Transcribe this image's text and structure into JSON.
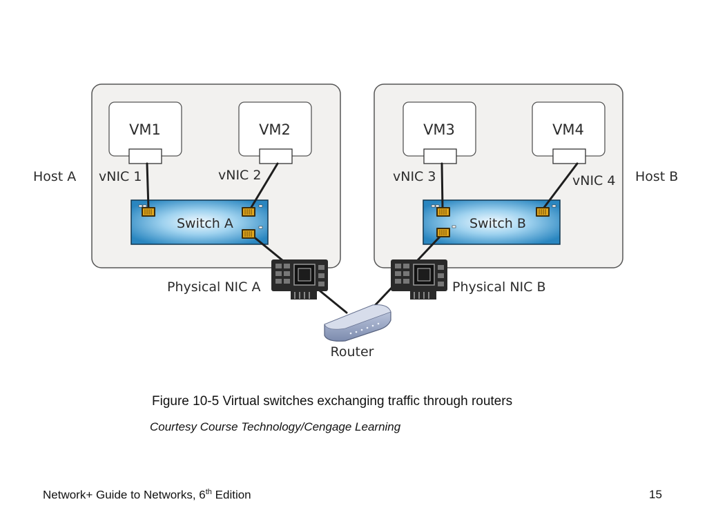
{
  "diagram": {
    "hosts": [
      {
        "label": "Host A"
      },
      {
        "label": "Host B"
      }
    ],
    "vms": [
      {
        "label": "VM1",
        "vnic": "vNIC 1"
      },
      {
        "label": "VM2",
        "vnic": "vNIC 2"
      },
      {
        "label": "VM3",
        "vnic": "vNIC 3"
      },
      {
        "label": "VM4",
        "vnic": "vNIC 4"
      }
    ],
    "switches": [
      {
        "label": "Switch A"
      },
      {
        "label": "Switch B"
      }
    ],
    "physical_nics": [
      {
        "label": "Physical NIC A"
      },
      {
        "label": "Physical NIC B"
      }
    ],
    "router": {
      "label": "Router"
    },
    "colors": {
      "switch_edge": "#2a86c0",
      "switch_center": "#eaf6fd",
      "host_fill": "#f2f1ef",
      "host_border": "#555555",
      "port": "#e0a51c",
      "router": "#8e9cbc"
    }
  },
  "caption": "Figure 10-5 Virtual switches exchanging traffic through routers",
  "credit": "Courtesy Course Technology/Cengage Learning",
  "footer": {
    "title_prefix": "Network+ Guide to Networks, 6",
    "title_sup": "th",
    "title_suffix": " Edition",
    "page_number": "15"
  }
}
